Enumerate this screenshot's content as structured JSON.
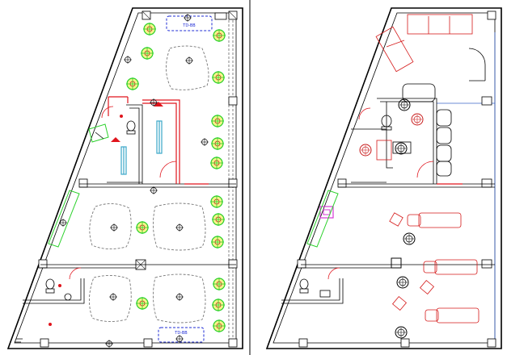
{
  "drawing": {
    "left_plan": {
      "name": "lighting-ceiling-plan",
      "panel_label_top": "TD-BB",
      "panel_label_bottom": "TD-BB"
    },
    "right_plan": {
      "name": "furniture-layout-plan"
    }
  },
  "colors": {
    "wall": "#000000",
    "red_accent": "#e0141c",
    "green_light": "#2bd12b",
    "light_fill": "#f4f48a",
    "cyan_fixture": "#3aa7c9",
    "blue_panel": "#1f2cd6",
    "magenta": "#d43ad4"
  },
  "icons": [
    "ceiling-light-icon",
    "spot-light-icon",
    "toilet-icon",
    "chair-icon",
    "sofa-icon",
    "bed-icon"
  ]
}
